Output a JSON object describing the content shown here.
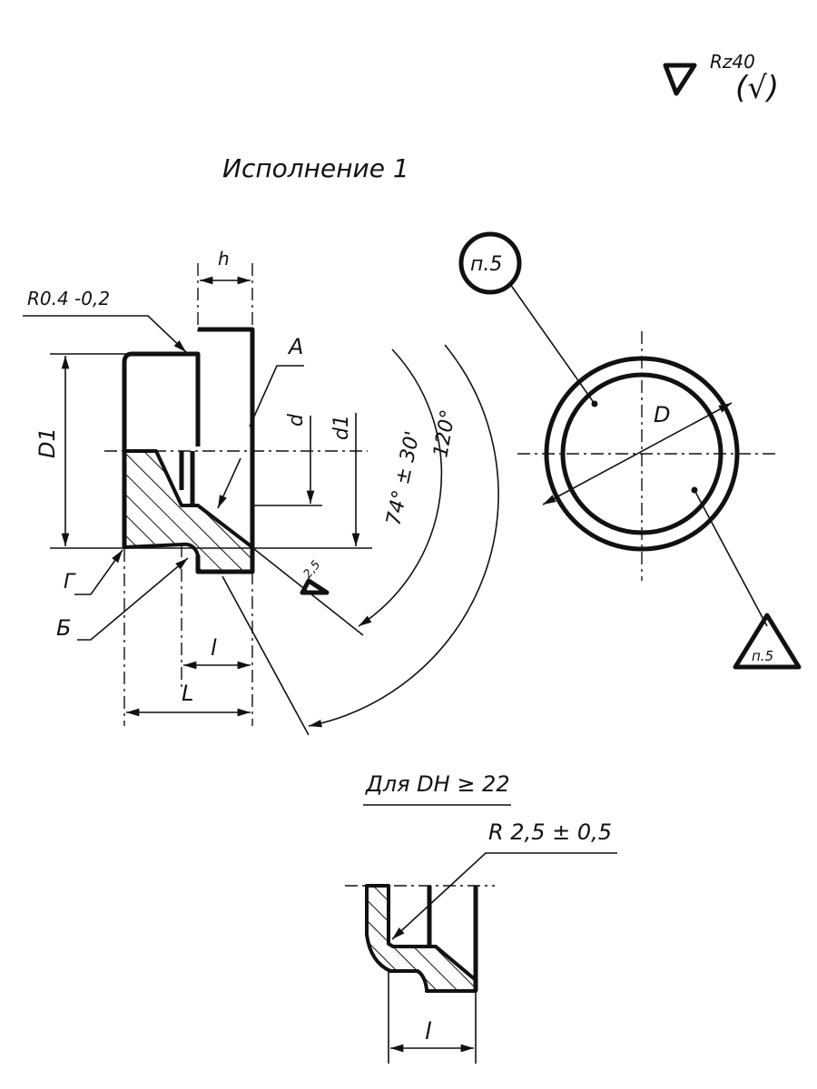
{
  "header": {
    "roughness_label": "Rz40",
    "roughness_bracket": "(√)",
    "title": "Исполнение 1"
  },
  "main_view": {
    "radius_label": "R0.4 -0,2",
    "h_label": "h",
    "a_label": "A",
    "d_label": "d",
    "d1_label": "d1",
    "D1_label": "D1",
    "angle1_label": "74° ± 30'",
    "angle2_label": "120°",
    "surface_label": "2,5",
    "g_label": "Г",
    "b_label": "Б",
    "l_label": "l",
    "L_label": "L"
  },
  "circle_view": {
    "callout_label": "п.5",
    "D_label": "D",
    "triangle_label": "п.5"
  },
  "detail": {
    "title": "Для DH ≥ 22",
    "radius_label": "R 2,5 ± 0,5",
    "l_label": "l"
  }
}
